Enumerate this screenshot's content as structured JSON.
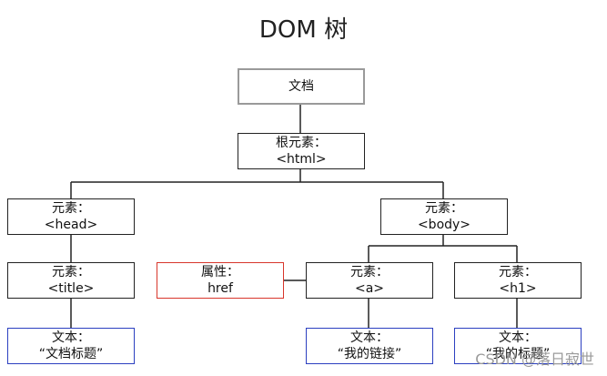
{
  "title": "DOM 树",
  "nodes": {
    "document": {
      "line1": "文档"
    },
    "html": {
      "line1": "根元素：",
      "line2": "<html>"
    },
    "head": {
      "line1": "元素：",
      "line2": "<head>"
    },
    "body": {
      "line1": "元素：",
      "line2": "<body>"
    },
    "title_el": {
      "line1": "元素：",
      "line2": "<title>"
    },
    "href": {
      "line1": "属性：",
      "line2": "href"
    },
    "a": {
      "line1": "元素：",
      "line2": "<a>"
    },
    "h1": {
      "line1": "元素：",
      "line2": "<h1>"
    },
    "text_title": {
      "line1": "文本：",
      "line2": "“文档标题”"
    },
    "text_a": {
      "line1": "文本：",
      "line2": "“我的链接”"
    },
    "text_h1": {
      "line1": "文本：",
      "line2": "“我的标题”"
    }
  },
  "colors": {
    "document_border": "#9a9a9a",
    "attribute_border": "#d8362b",
    "text_border": "#2b3fc0",
    "element_border": "#222222"
  },
  "watermark": "CSDN @落日寂世"
}
